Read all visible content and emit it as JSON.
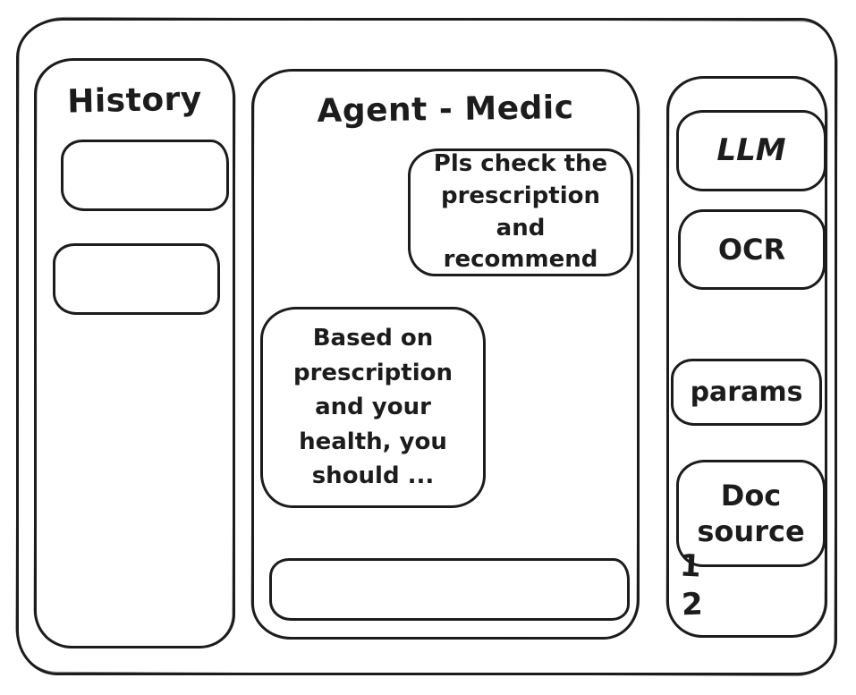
{
  "colors": {
    "ink": "#1c1c1c",
    "background": "#ffffff"
  },
  "sidebar": {
    "title": "History",
    "items": [
      {
        "label": ""
      },
      {
        "label": ""
      }
    ]
  },
  "chat": {
    "title": "Agent - Medic",
    "messages": [
      {
        "role": "user",
        "text": "Pls check the prescription and recommend"
      },
      {
        "role": "agent",
        "text": "Based on prescription and your health, you should ..."
      }
    ],
    "input": {
      "value": "",
      "placeholder": ""
    }
  },
  "tools": {
    "buttons": [
      {
        "label": "LLM"
      },
      {
        "label": "OCR"
      },
      {
        "label": "params"
      },
      {
        "label": "Doc source"
      }
    ],
    "annotations": [
      "1",
      "2"
    ]
  }
}
